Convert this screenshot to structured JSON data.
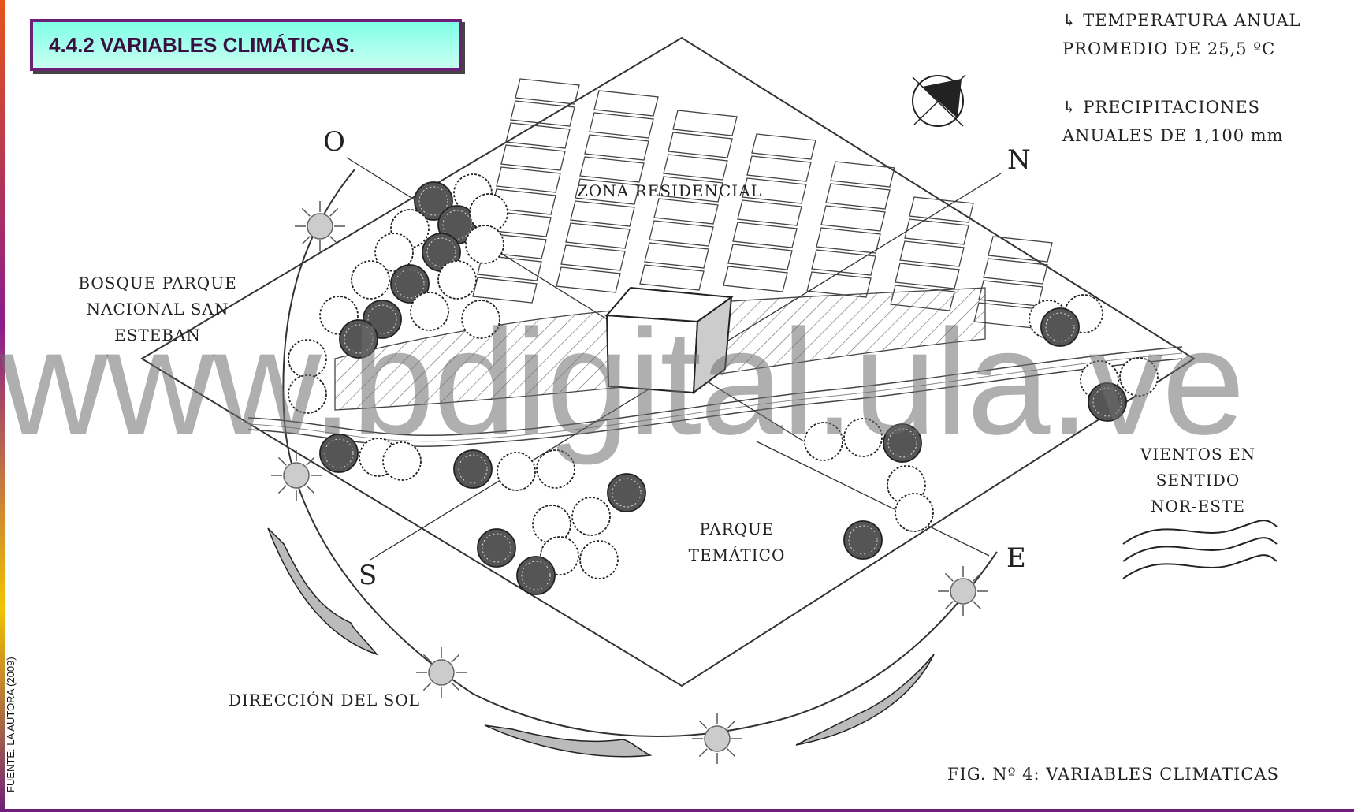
{
  "title": "4.4.2 VARIABLES CLIMÁTICAS.",
  "notes": {
    "temperature": [
      "TEMPERATURA ANUAL",
      "PROMEDIO DE 25,5 ºC"
    ],
    "precipitation": [
      "PRECIPITACIONES",
      "ANUALES DE 1,100 mm"
    ]
  },
  "labels": {
    "residential": "ZONA RESIDENCIAL",
    "forest": [
      "BOSQUE PARQUE",
      "NACIONAL SAN",
      "ESTEBAN"
    ],
    "theme_park": [
      "PARQUE",
      "TEMÁTICO"
    ],
    "winds": [
      "VIENTOS EN",
      "SENTIDO",
      "NOR-ESTE"
    ],
    "sun_direction": "DIRECCIÓN DEL SOL"
  },
  "directions": {
    "west": "O",
    "north": "N",
    "south": "S",
    "east": "E"
  },
  "caption": "FIG. Nº 4: VARIABLES CLIMATICAS",
  "source": "FUENTE: LA AUTORA (2009)",
  "watermark": "www.bdigital.ula.ve",
  "colors": {
    "title_bg": "#9ffff0",
    "title_border": "#6e1f7a",
    "ink": "#222222",
    "watermark": "#6e6e6e"
  }
}
